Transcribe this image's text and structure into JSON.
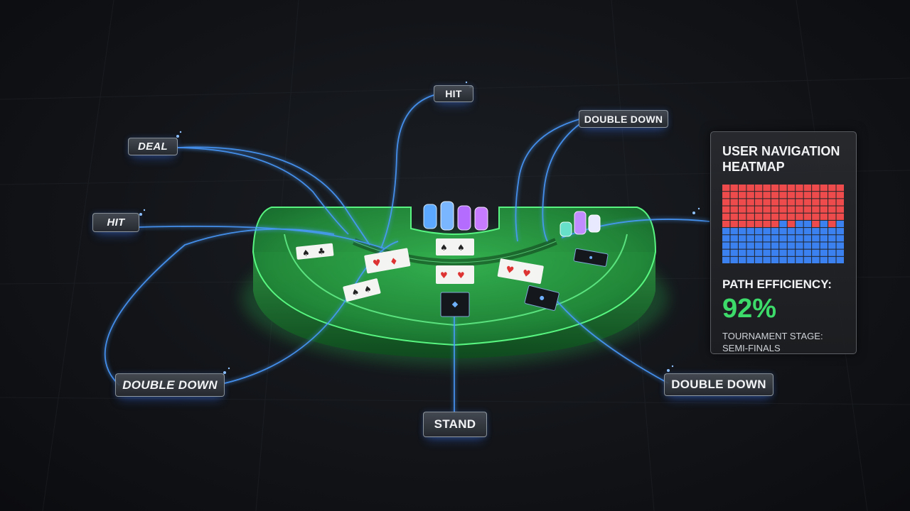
{
  "actions": {
    "hit_top": "HIT",
    "double_down_top": "DOUBLE DOWN",
    "deal": "DEAL",
    "hit_left": "HIT",
    "double_down_left": "DOUBLE DOWN",
    "stand": "STAND",
    "double_down_right": "DOUBLE DOWN"
  },
  "panel": {
    "title": "USER NAVIGATION HEATMAP",
    "efficiency_label": "PATH EFFICIENCY:",
    "efficiency_value": "92%",
    "stage": "TOURNAMENT STAGE: SEMI-FINALS"
  },
  "heatmap": {
    "columns": 15,
    "rows": 11,
    "blue_fill_rows": [
      5,
      5,
      5,
      5,
      5,
      5,
      5,
      6,
      5,
      6,
      6,
      5,
      6,
      5,
      6
    ],
    "colors": {
      "hot": "#ee4c4c",
      "cool": "#3b82f0"
    }
  },
  "colors": {
    "felt": "#2fa84a",
    "felt_glow": "#4cf07a",
    "path": "#4a9bff",
    "accent_green": "#3ddc6a"
  },
  "table_cards": [
    {
      "name": "card-player-1",
      "suit": "spade"
    },
    {
      "name": "card-player-2",
      "suit": "heart"
    },
    {
      "name": "card-player-3",
      "suit": "spade"
    },
    {
      "name": "card-center-1",
      "suit": "spade"
    },
    {
      "name": "card-center-2",
      "suit": "heart"
    },
    {
      "name": "card-player-5",
      "suit": "heart"
    },
    {
      "name": "card-facedown-1",
      "suit": "none"
    },
    {
      "name": "card-facedown-2",
      "suit": "none"
    },
    {
      "name": "card-facedown-3",
      "suit": "none"
    }
  ]
}
